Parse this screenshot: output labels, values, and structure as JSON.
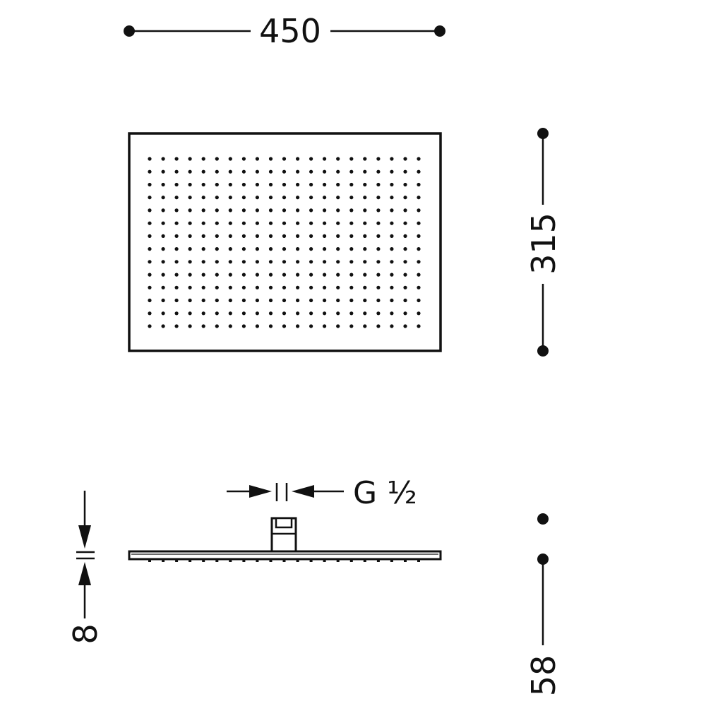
{
  "dimensions": {
    "width_label": "450",
    "height_label": "315",
    "thread_label": "G ½",
    "plate_thickness_label": "8",
    "overall_height_label": "58"
  },
  "nozzle_grid": {
    "columns": 21,
    "rows": 14
  },
  "colors": {
    "line": "#111111",
    "background": "#ffffff"
  }
}
